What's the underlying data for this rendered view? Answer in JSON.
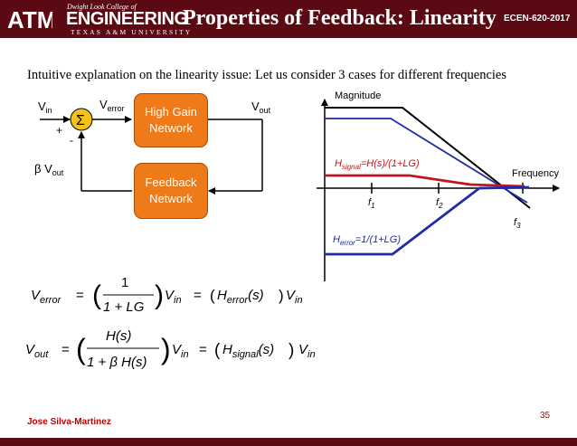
{
  "header": {
    "logo_text": "ATM",
    "college_line": "Dwight Look College of",
    "engineering": "ENGINEERING",
    "university": "TEXAS A&M UNIVERSITY",
    "title": "Properties of Feedback: Linearity",
    "course": "ECEN-620-2017"
  },
  "subtitle": "Intuitive explanation on the linearity issue: Let us consider 3 cases for different frequencies",
  "block_diagram": {
    "vin_main": "V",
    "vin_sub": "in",
    "verror_main": "V",
    "verror_sub": "error",
    "vout_main": "V",
    "vout_sub": "out",
    "bvout_prefix": "β V",
    "bvout_sub": "out",
    "plus": "+",
    "minus": "-",
    "sum_symbol": "Σ",
    "high_gain_line1": "High Gain",
    "high_gain_line2": "Network",
    "feedback_line1": "Feedback",
    "feedback_line2": "Network"
  },
  "plot": {
    "ylabel": "Magnitude",
    "xlabel": "Frequency",
    "f1": "f",
    "f1_sub": "1",
    "f2": "f",
    "f2_sub": "2",
    "f3": "f",
    "f3_sub": "3",
    "hsignal_H": "H",
    "hsignal_sub": "signal",
    "hsignal_rest": "=H(s)/(1+LG)",
    "herror_H": "H",
    "herror_sub": "error",
    "herror_rest": "=1/(1+LG)",
    "colors": {
      "black": "#000000",
      "blue": "#1f2aa8",
      "red": "#c0161b"
    }
  },
  "equations": {
    "eq1": {
      "lhs_v": "V",
      "lhs_sub": "error",
      "eq": "=",
      "num": "1",
      "den": "1 + LG",
      "vin_v": "V",
      "vin_sub": "in",
      "eq2": "=",
      "h": "H",
      "h_sub": "error",
      "s": "(s)",
      "end_v": "V",
      "end_sub": "in"
    },
    "eq2": {
      "lhs_v": "V",
      "lhs_sub": "out",
      "eq": "=",
      "num": "H(s)",
      "den": "1 + β H(s)",
      "vin_v": "V",
      "vin_sub": "in",
      "eq2": "=",
      "h": "H",
      "h_sub": "signal",
      "s": "(s)",
      "end_v": "V",
      "end_sub": "in"
    }
  },
  "footer": {
    "author": "Jose Silva-Martinez",
    "page": "35"
  }
}
